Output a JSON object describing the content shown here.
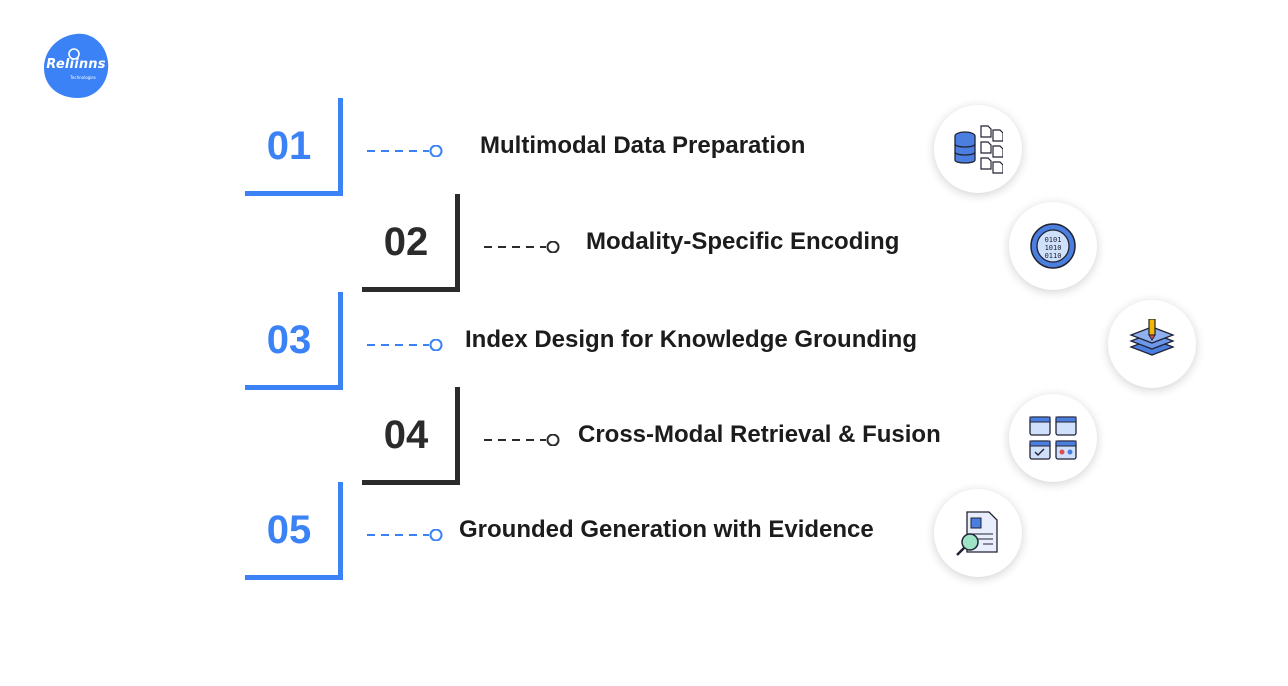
{
  "brand": {
    "logo_text": "Reliinns",
    "logo_subtext": "Technologies",
    "logo_color": "#3b82f6"
  },
  "colors": {
    "blue": "#3b82f6",
    "dark": "#2b2b2b",
    "text": "#1c1c1c"
  },
  "steps": [
    {
      "number": "01",
      "label": "Multimodal Data Preparation",
      "icon": "database-files-icon",
      "accent": "blue"
    },
    {
      "number": "02",
      "label": "Modality-Specific Encoding",
      "icon": "binary-encoding-icon",
      "accent": "dark"
    },
    {
      "number": "03",
      "label": "Index Design for Knowledge Grounding",
      "icon": "layers-pencil-icon",
      "accent": "blue"
    },
    {
      "number": "04",
      "label": "Cross-Modal Retrieval & Fusion",
      "icon": "retrieval-fusion-icon",
      "accent": "dark"
    },
    {
      "number": "05",
      "label": "Grounded Generation with Evidence",
      "icon": "document-search-icon",
      "accent": "blue"
    }
  ]
}
